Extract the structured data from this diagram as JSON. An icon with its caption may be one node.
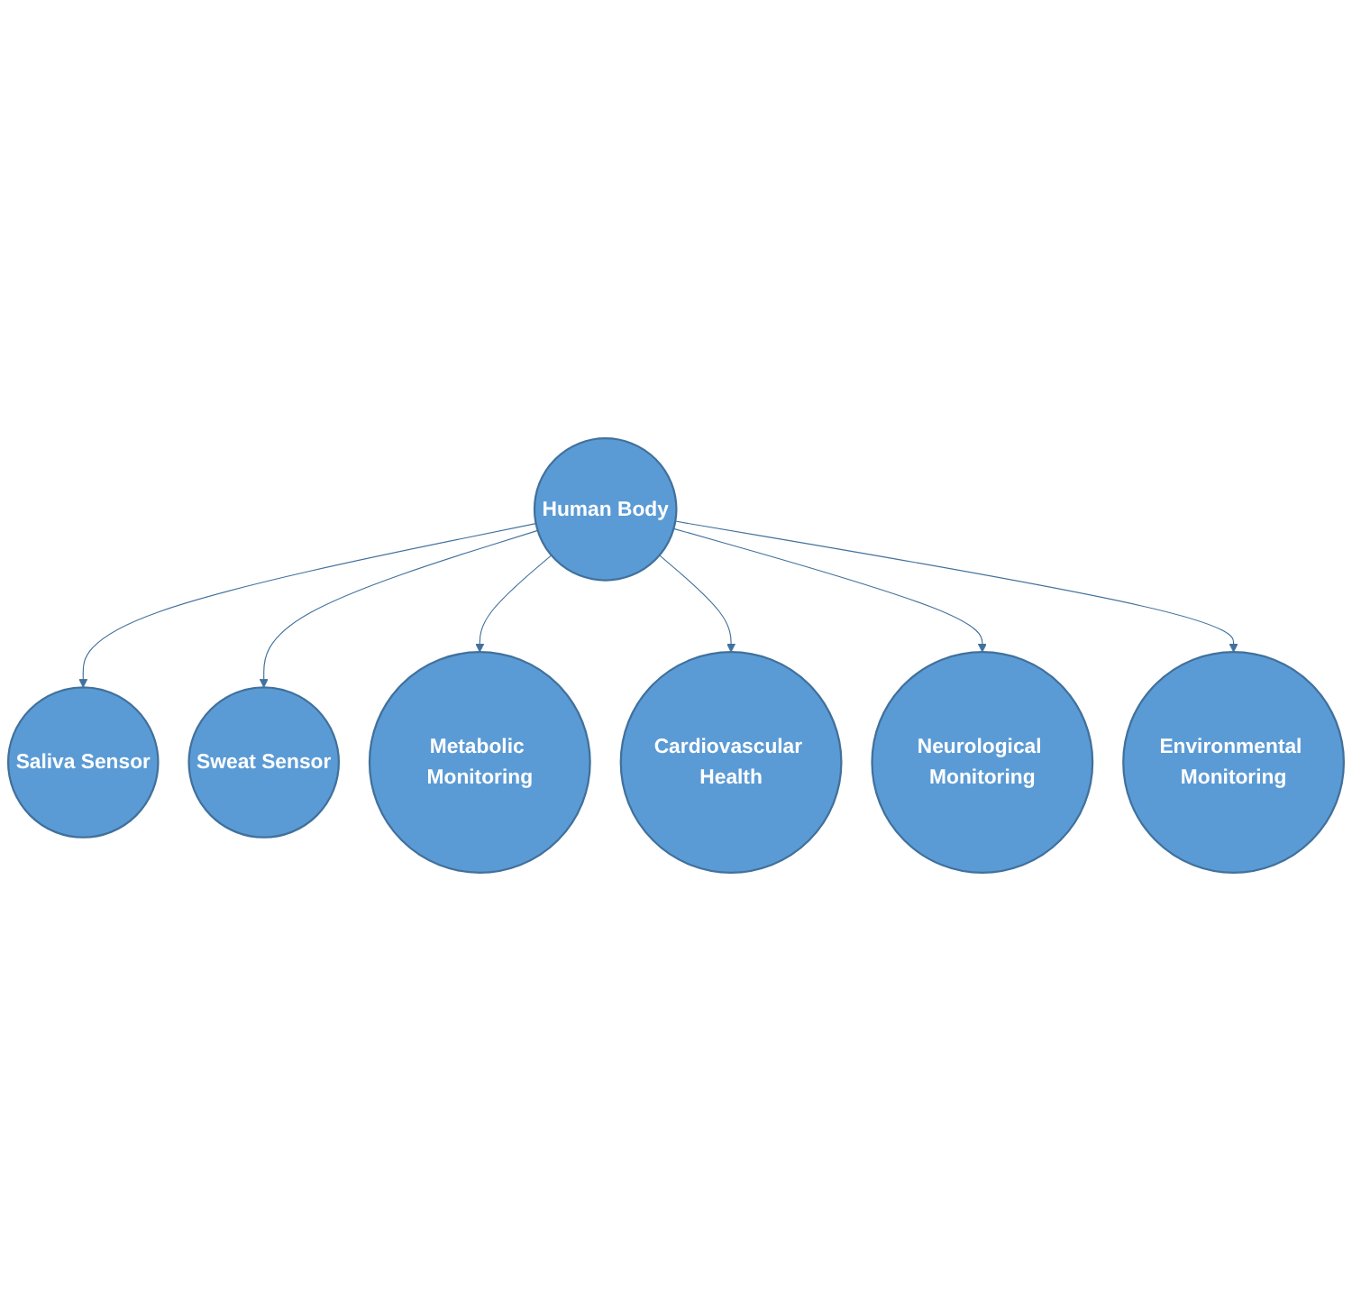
{
  "diagram": {
    "nodes": [
      {
        "text": [
          "Saliva Sensor"
        ]
      },
      {
        "text": [
          "Sweat Sensor"
        ]
      },
      {
        "text": [
          "Metabolic Monitoring"
        ]
      },
      {
        "text": [
          "Human Body"
        ]
      },
      {
        "text": [
          "Cardiovascular Health"
        ]
      },
      {
        "text": [
          "Neurological Monitoring"
        ]
      },
      {
        "text": [
          "Environmental Monitoring"
        ]
      }
    ],
    "edges": [
      {
        "from": 3,
        "to": 0,
        "arrow": "to"
      },
      {
        "from": 3,
        "to": 1,
        "arrow": "to"
      },
      {
        "from": 3,
        "to": 2,
        "arrow": "to"
      },
      {
        "from": 3,
        "to": 4,
        "arrow": "to"
      },
      {
        "from": 3,
        "to": 5,
        "arrow": "to"
      },
      {
        "from": 3,
        "to": 6,
        "arrow": "to"
      }
    ]
  }
}
